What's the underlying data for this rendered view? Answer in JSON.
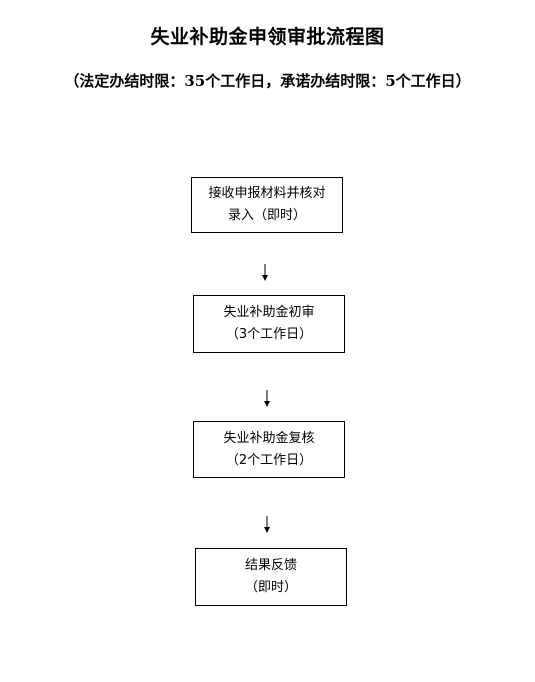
{
  "title": "失业补助金申领审批流程图",
  "subtitle": "（法定办结时限：35个工作日，承诺办结时限：5个工作日）",
  "steps": [
    {
      "line1": "接收申报材料并核对",
      "line2": "录入（即时）"
    },
    {
      "line1": "失业补助金初审",
      "line2": "（3个工作日）"
    },
    {
      "line1": "失业补助金复核",
      "line2": "（2个工作日）"
    },
    {
      "line1": "结果反馈",
      "line2": "（即时）"
    }
  ]
}
